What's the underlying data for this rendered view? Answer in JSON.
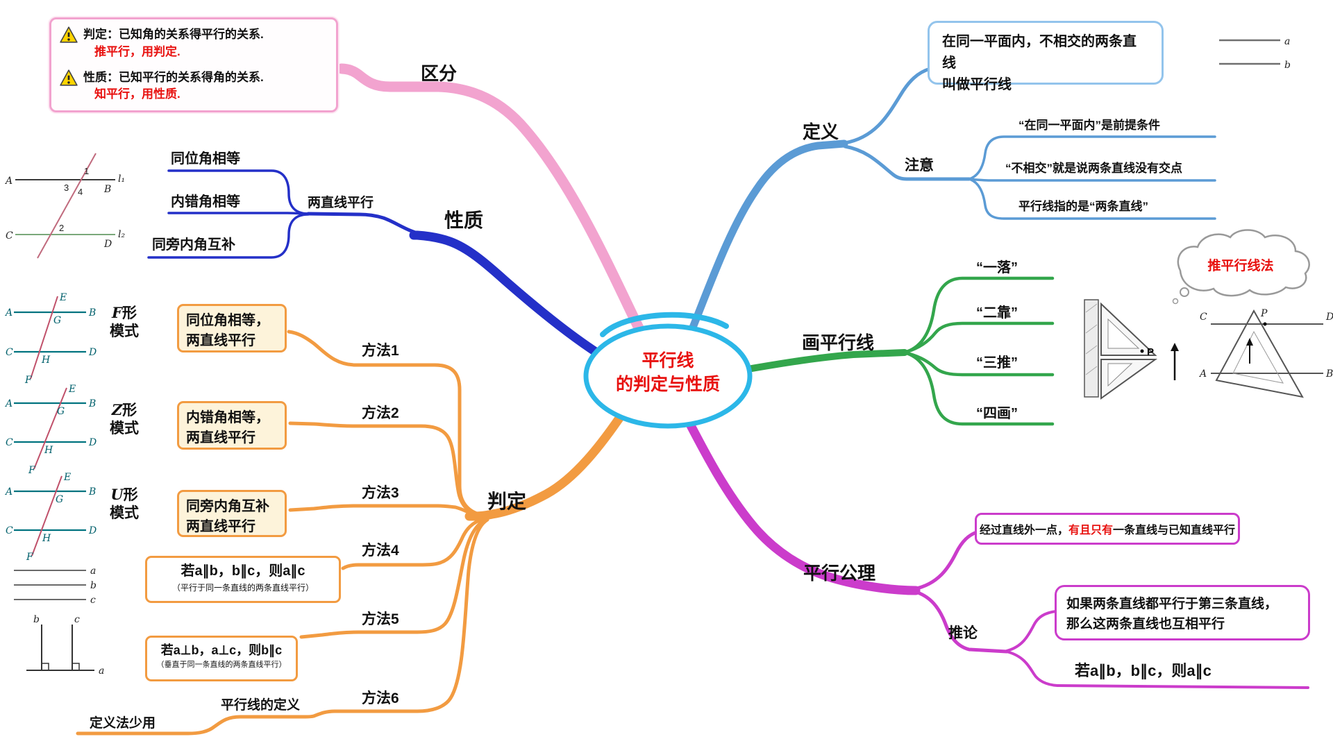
{
  "colors": {
    "pink": "#f2a3cf",
    "blue": "#2430c8",
    "lightblue": "#5b9bd5",
    "green": "#33a64c",
    "orange": "#f29b41",
    "magenta": "#cb3ccb",
    "cyan": "#2cb7e8",
    "red": "#e8110f"
  },
  "icons": {
    "warning": "⚠"
  },
  "center": {
    "line1": "平行线",
    "line2": "的判定与性质"
  },
  "qufen": {
    "label": "区分",
    "rows": [
      {
        "black": "判定：已知角的关系得平行的关系.",
        "red": "推平行，用判定."
      },
      {
        "black": "性质：已知平行的关系得角的关系.",
        "red": "知平行，用性质."
      }
    ]
  },
  "xingzhi": {
    "label": "性质",
    "node": "两直线平行",
    "items": [
      "同位角相等",
      "内错角相等",
      "同旁内角互补"
    ]
  },
  "dingyi": {
    "label": "定义",
    "def_line1": "在同一平面内，不相交的两条直线",
    "def_line2": "叫做平行线",
    "note_label": "注意",
    "notes": [
      "“在同一平面内”是前提条件",
      "“不相交”就是说两条直线没有交点",
      "平行线指的是“两条直线”"
    ]
  },
  "hua": {
    "label": "画平行线",
    "steps": [
      "“一落”",
      "“二靠”",
      "“三推”",
      "“四画”"
    ],
    "cloud": "推平行线法"
  },
  "panding": {
    "label": "判定",
    "methods": [
      "方法1",
      "方法2",
      "方法3",
      "方法4",
      "方法5",
      "方法6"
    ],
    "patterns": [
      {
        "letter": "F",
        "suffix": "形",
        "line2": "模式"
      },
      {
        "letter": "Z",
        "suffix": "形",
        "line2": "模式"
      },
      {
        "letter": "U",
        "suffix": "形",
        "line2": "模式"
      }
    ],
    "boxes": [
      {
        "line1": "同位角相等，",
        "line2": "两直线平行"
      },
      {
        "line1": "内错角相等，",
        "line2": "两直线平行"
      },
      {
        "line1": "同旁内角互补",
        "line2": "两直线平行"
      }
    ],
    "box4": {
      "formula": "若a∥b，b∥c，则a∥c",
      "note": "（平行于同一条直线的两条直线平行）"
    },
    "box5": {
      "formula": "若a⊥b，a⊥c，则b∥c",
      "note": "（垂直于同一条直线的两条直线平行）"
    },
    "method6": {
      "title": "平行线的定义",
      "note": "定义法少用"
    }
  },
  "gongli": {
    "label": "平行公理",
    "axiom_pre": "经过直线外一点，",
    "axiom_red": "有且只有",
    "axiom_post": "一条直线与已知直线平行",
    "tuilun": "推论",
    "cor_line1": "如果两条直线都平行于第三条直线，",
    "cor_line2": "那么这两条直线也互相平行",
    "formula": "若a∥b，b∥c，则a∥c"
  },
  "diagrams": {
    "angles": {
      "A": "A",
      "B": "B",
      "C": "C",
      "D": "D",
      "n1": "1",
      "n2": "2",
      "n3": "3",
      "n4": "4",
      "l1": "l₁",
      "l2": "l₂"
    },
    "fzu": {
      "A": "A",
      "B": "B",
      "C": "C",
      "D": "D",
      "E": "E",
      "F": "F",
      "G": "G",
      "H": "H"
    },
    "abc": {
      "a": "a",
      "b": "b",
      "c": "c"
    },
    "perp": {
      "a": "a",
      "b": "b",
      "c": "c"
    },
    "defab": {
      "a": "a",
      "b": "b"
    },
    "draw": {
      "P": "P",
      "P2": "P",
      "C": "C",
      "D": "D",
      "A": "A",
      "B": "B"
    }
  }
}
